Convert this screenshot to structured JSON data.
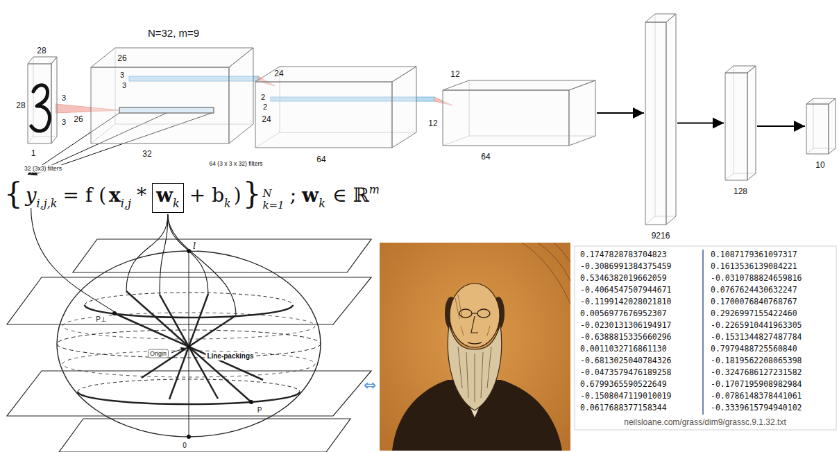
{
  "diagram": {
    "nodes": [
      {
        "text": [
          "28",
          "28",
          "1"
        ]
      },
      {
        "text": [
          "26",
          "26",
          "32"
        ]
      },
      {
        "text": [
          "24",
          "24",
          "64"
        ]
      },
      {
        "text": [
          "12",
          "12",
          "64"
        ]
      },
      {
        "text": [
          "9216"
        ]
      },
      {
        "text": [
          "128"
        ]
      },
      {
        "text": [
          "10"
        ]
      },
      {
        "text": [
          "w",
          "k"
        ]
      }
    ],
    "edges": [
      {
        "from": 3,
        "to": 4,
        "arrow": "to"
      },
      {
        "from": 4,
        "to": 5,
        "arrow": "to"
      },
      {
        "from": 5,
        "to": 6,
        "arrow": "to"
      }
    ],
    "labels": [
      "N=32, m=9",
      "3",
      "3",
      "3",
      "3",
      "2",
      "2",
      "32 (3x3) filters",
      "64 (3 x 3 x 32) filters",
      "{",
      "y",
      "i,j,k",
      "= f (",
      "x",
      "i,j",
      "*",
      "+ b",
      "k",
      ")",
      "}",
      "N",
      "k=1",
      ";",
      "w",
      "k",
      "∈ ℝ",
      "m",
      "l",
      "P⊥",
      "Origin",
      "Line-packings",
      "P",
      "0",
      "⇔",
      "0.1747828783704823",
      "-0.3086991384375459",
      "0.5346382019662059",
      "-0.4064547507944671",
      "-0.1199142028021810",
      "0.0056977676952307",
      "-0.0230131306194917",
      "-0.6388815335660296",
      "0.0011032716861130",
      "-0.6813025040784326",
      "-0.0473579476189258",
      "0.6799365590522649",
      "-0.1508047119010019",
      "0.0617688377158344",
      "0.1087179361097317",
      "0.1613536139084221",
      "-0.0310788824659816",
      "0.0767624430632247",
      "0.1700076840768767",
      "0.2926997155422460",
      "-0.2265910441963305",
      "-0.1531344827487784",
      "0.7979488725560840",
      "-0.1819562208065398",
      "-0.3247686127231582",
      "-0.1707195908982984",
      "-0.0786148378441061",
      "-0.3339615794940102",
      "neilsloane.com/grass/dim9/grassc.9.1.32.txt"
    ]
  }
}
